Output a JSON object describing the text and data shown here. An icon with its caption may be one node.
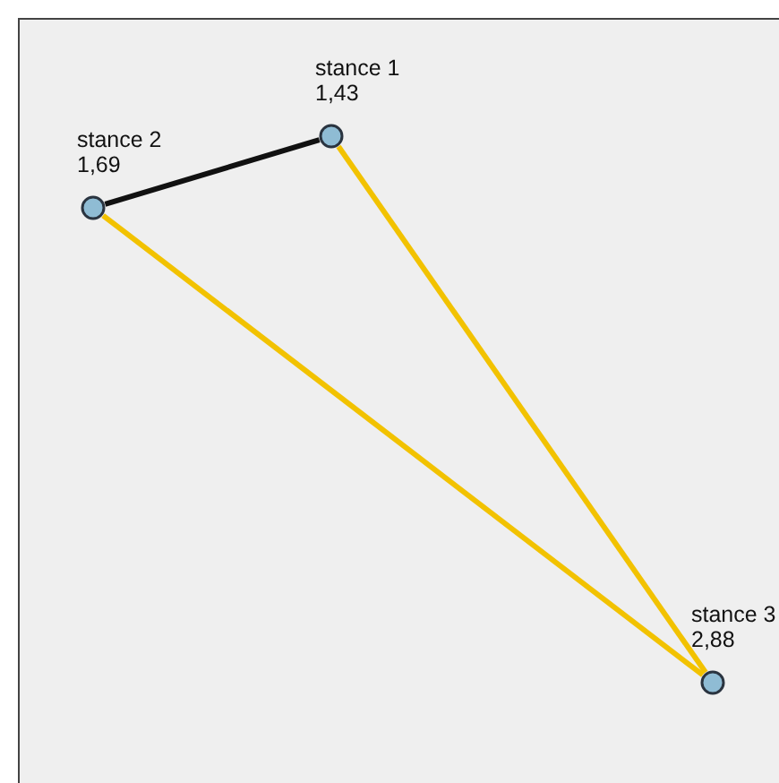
{
  "diagram": {
    "nodes": [
      {
        "text": [
          "stance 1",
          "1,43"
        ]
      },
      {
        "text": [
          "stance 2",
          "1,69"
        ]
      },
      {
        "text": [
          "stance 3",
          "2,88"
        ]
      }
    ],
    "edges": [
      {
        "from": 1,
        "to": 0,
        "arrow": "none",
        "color": "#111111"
      },
      {
        "from": 0,
        "to": 2,
        "arrow": "none"
      },
      {
        "from": 1,
        "to": 2,
        "arrow": "none"
      }
    ]
  }
}
